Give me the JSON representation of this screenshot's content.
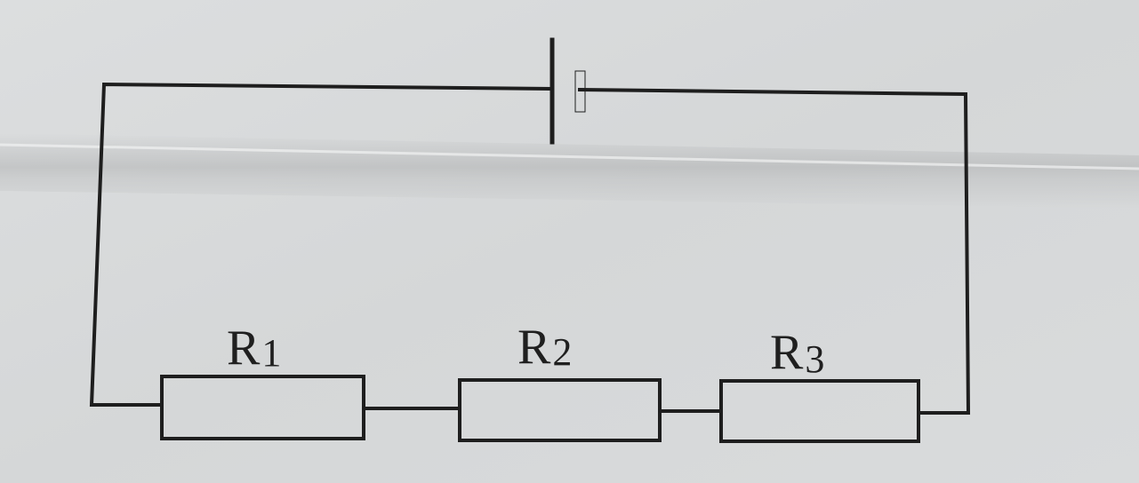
{
  "diagram": {
    "type": "series-circuit",
    "battery": {
      "symbol": "cell-icon"
    },
    "resistors": [
      {
        "id": "R1",
        "letter": "R",
        "subscript": "1"
      },
      {
        "id": "R2",
        "letter": "R",
        "subscript": "2"
      },
      {
        "id": "R3",
        "letter": "R",
        "subscript": "3"
      }
    ]
  },
  "colors": {
    "paper": "#d8dadb",
    "ink": "#1e1e1e"
  }
}
